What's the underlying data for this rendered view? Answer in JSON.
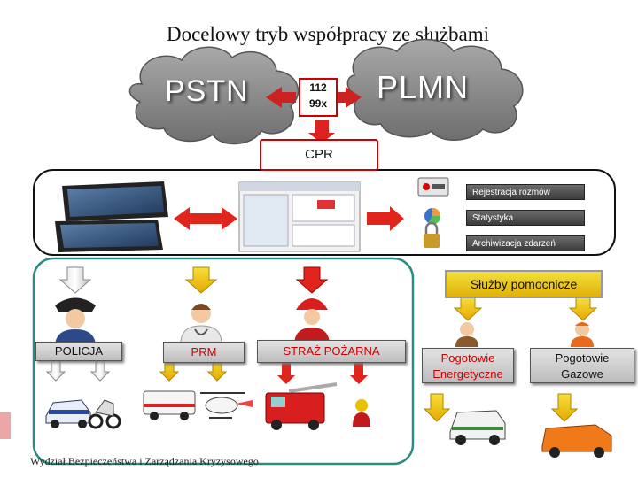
{
  "title": "Docelowy tryb współpracy ze służbami",
  "clouds": {
    "pstn": "PSTN",
    "plmn": "PLMN"
  },
  "numbers_box": {
    "line1": "112",
    "line2": "99x"
  },
  "cpr_label": "CPR",
  "cpr_bars": [
    "Rejestracja rozmów",
    "Statystyka",
    "Archiwizacja zdarzeń"
  ],
  "support_label": "Służby pomocnicze",
  "services": {
    "policja": "POLICJA",
    "prm": "PRM",
    "straz": "STRAŻ POŻARNA",
    "energetyczne_line1": "Pogotowie",
    "energetyczne_line2": "Energetyczne",
    "gazowe_line1": "Pogotowie",
    "gazowe_line2": "Gazowe"
  },
  "footer": "Wydział Bezpieczeństwa i Zarządzania Kryzysowego",
  "colors": {
    "accent_red": "#e0261c",
    "arrow_yellow": "#f4c400",
    "cloud_gray": "#8f8f8f",
    "bar_gray": "#4a4a4a",
    "teal_border": "#2b8c86"
  }
}
